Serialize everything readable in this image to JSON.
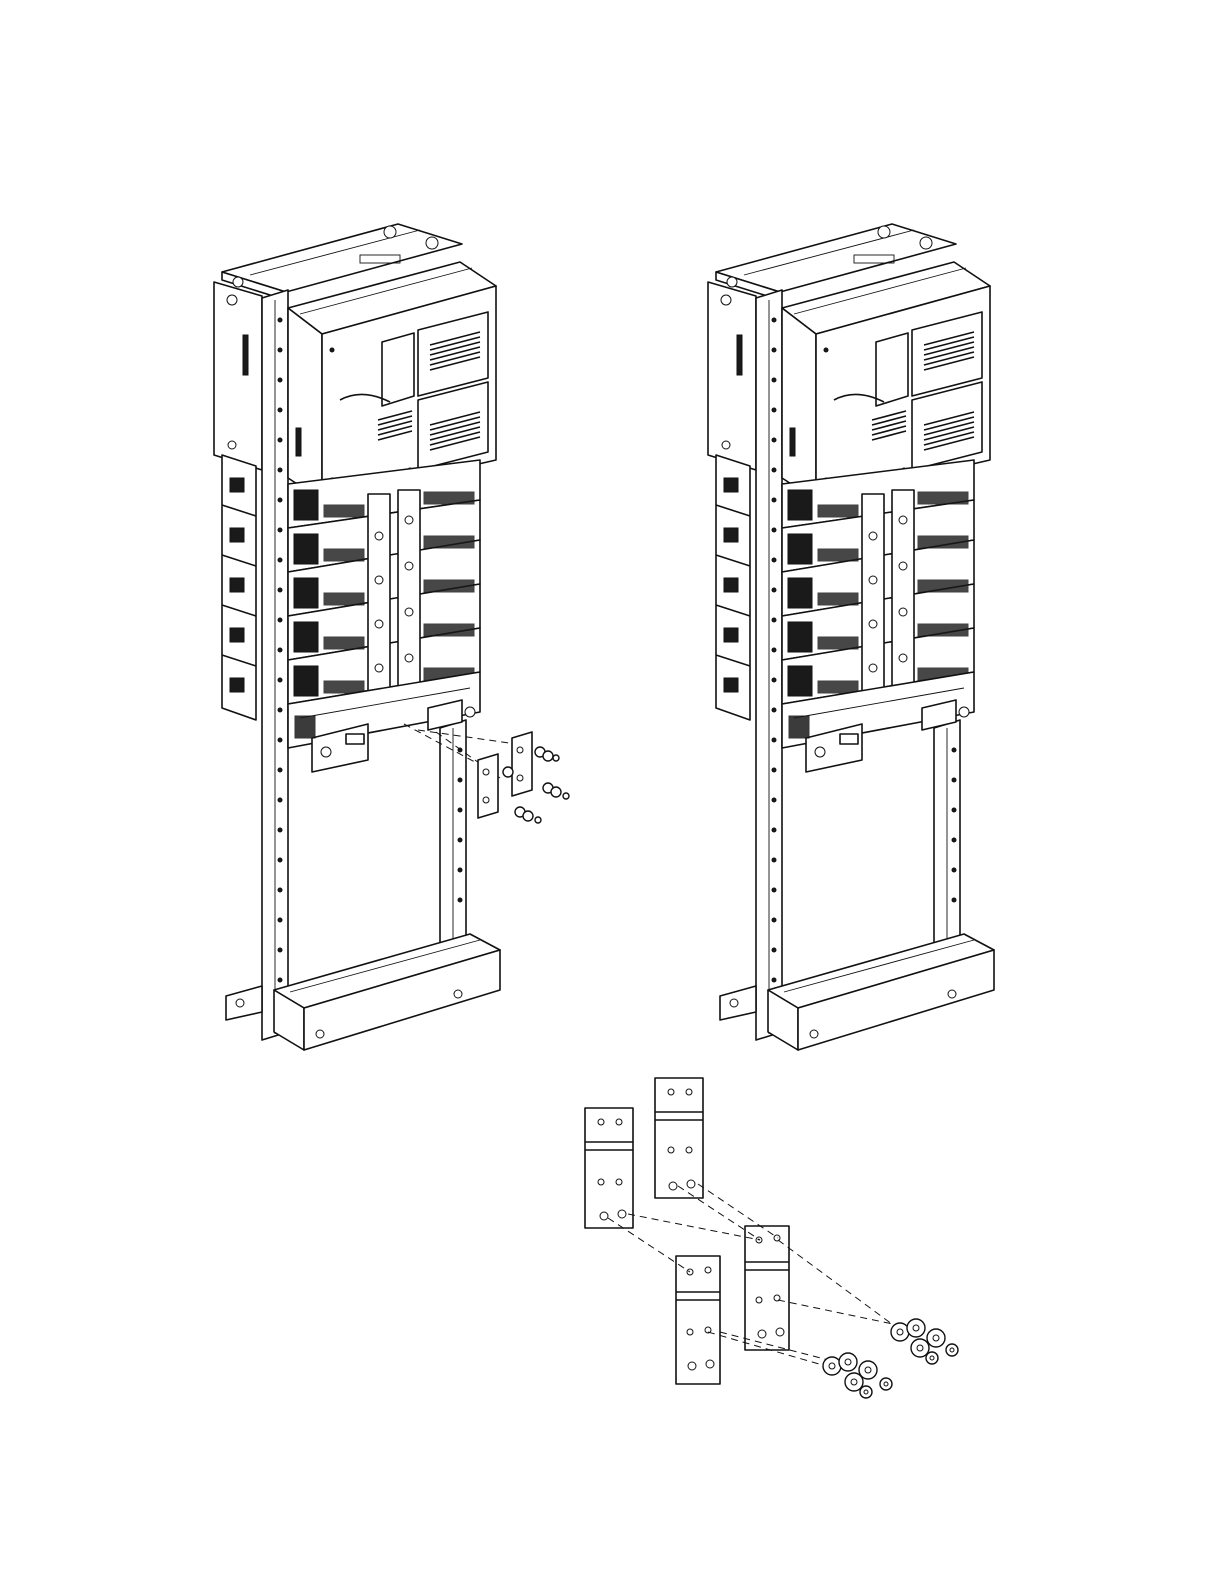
{
  "figure": {
    "kind": "exploded isometric assembly drawing",
    "line_color": "#111111",
    "background": "#ffffff",
    "rack_count": 2,
    "shelves_per_rack": 5,
    "detail_busbar_plate_count": 4,
    "detail_fastener_set_count": 2
  }
}
